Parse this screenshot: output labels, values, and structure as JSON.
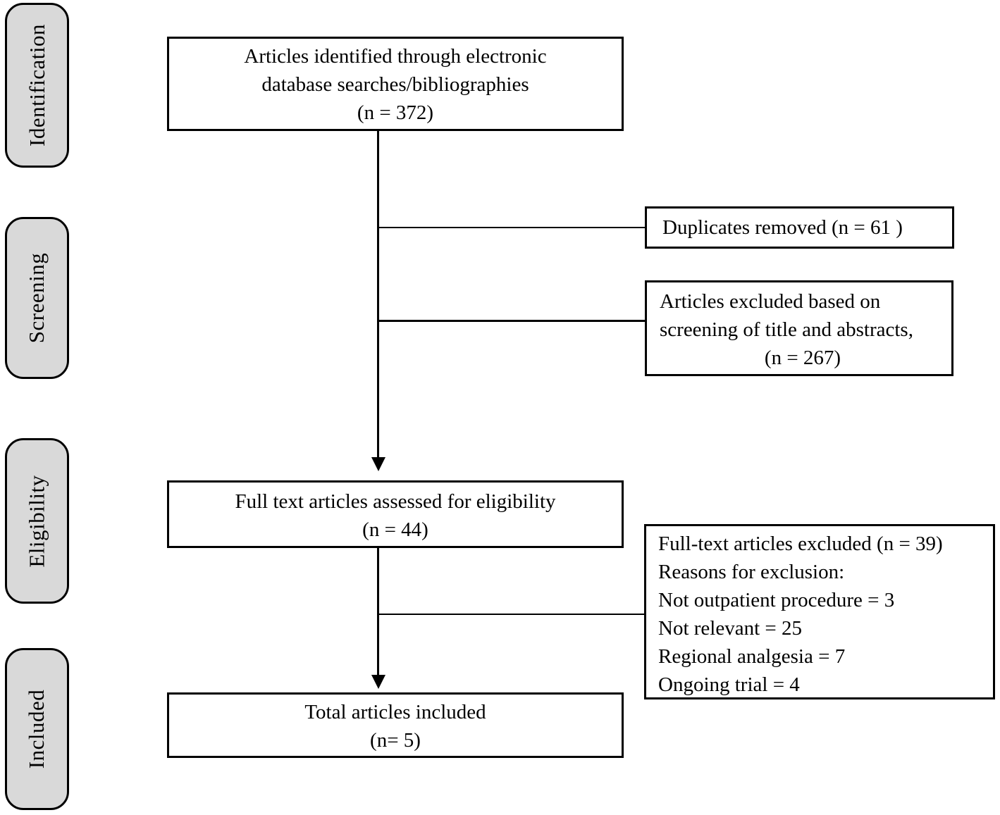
{
  "diagram": {
    "title": "PRISMA article selection flow diagram",
    "colors": {
      "stage_fill": "#d9d9d9",
      "box_fill": "#ffffff",
      "line": "#000000"
    },
    "stages": [
      {
        "label": "Identification"
      },
      {
        "label": "Screening"
      },
      {
        "label": "Eligibility"
      },
      {
        "label": "Included"
      }
    ],
    "boxes": {
      "identified": {
        "lines": [
          "Articles identified through electronic",
          "database searches/bibliographies",
          "(n = 372)"
        ],
        "n": 372
      },
      "duplicates_removed": {
        "label": "Duplicates removed (n = 61 )",
        "n": 61
      },
      "screening_excluded": {
        "lines": [
          "Articles excluded based on",
          "screening of title and abstracts,"
        ],
        "count_line": "(n = 267)",
        "n": 267
      },
      "fulltext_assessed": {
        "lines": [
          "Full text articles assessed for eligibility",
          "(n = 44)"
        ],
        "n": 44
      },
      "fulltext_excluded": {
        "lines": [
          "Full-text articles excluded (n = 39)",
          "Reasons for exclusion:",
          "Not outpatient procedure = 3",
          "Not relevant = 25",
          "Regional analgesia = 7",
          "Ongoing trial = 4"
        ],
        "n": 39
      },
      "included_total": {
        "lines": [
          "Total articles included",
          "(n= 5)"
        ],
        "n": 5
      }
    }
  }
}
